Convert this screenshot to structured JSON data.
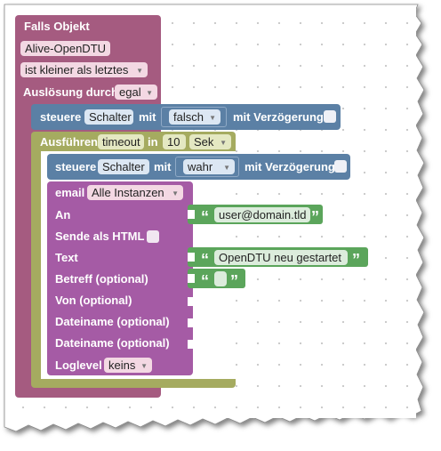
{
  "trigger_block": {
    "title": "Falls Objekt",
    "object_id": "Alive-OpenDTU",
    "condition": "ist kleiner als letztes",
    "trigger_label": "Auslösung durch",
    "trigger_value": "egal"
  },
  "control_block_1": {
    "label": "steuere",
    "target": "Schalter",
    "with_label": "mit",
    "value": "falsch",
    "delay_label": "mit Verzögerung"
  },
  "timeout_block": {
    "label": "Ausführen",
    "type": "timeout",
    "in_label": "in",
    "amount": "10",
    "unit": "Sek"
  },
  "control_block_2": {
    "label": "steuere",
    "target": "Schalter",
    "with_label": "mit",
    "value": "wahr",
    "delay_label": "mit Verzögerung"
  },
  "email_block": {
    "label": "email",
    "instance": "Alle Instanzen",
    "to_label": "An",
    "to_value": "user@domain.tld",
    "html_label": "Sende als HTML",
    "text_label": "Text",
    "text_value": "OpenDTU neu gestartet",
    "subject_label": "Betreff (optional)",
    "from_label": "Von (optional)",
    "file1_label": "Dateiname (optional)",
    "file2_label": "Dateiname (optional)",
    "loglevel_label": "Loglevel",
    "loglevel_value": "keins"
  },
  "colors": {
    "trigger": "#a55b80",
    "control": "#5b80a5",
    "timeout": "#a5ab60",
    "email": "#a55ba5",
    "text": "#5ba55b"
  }
}
